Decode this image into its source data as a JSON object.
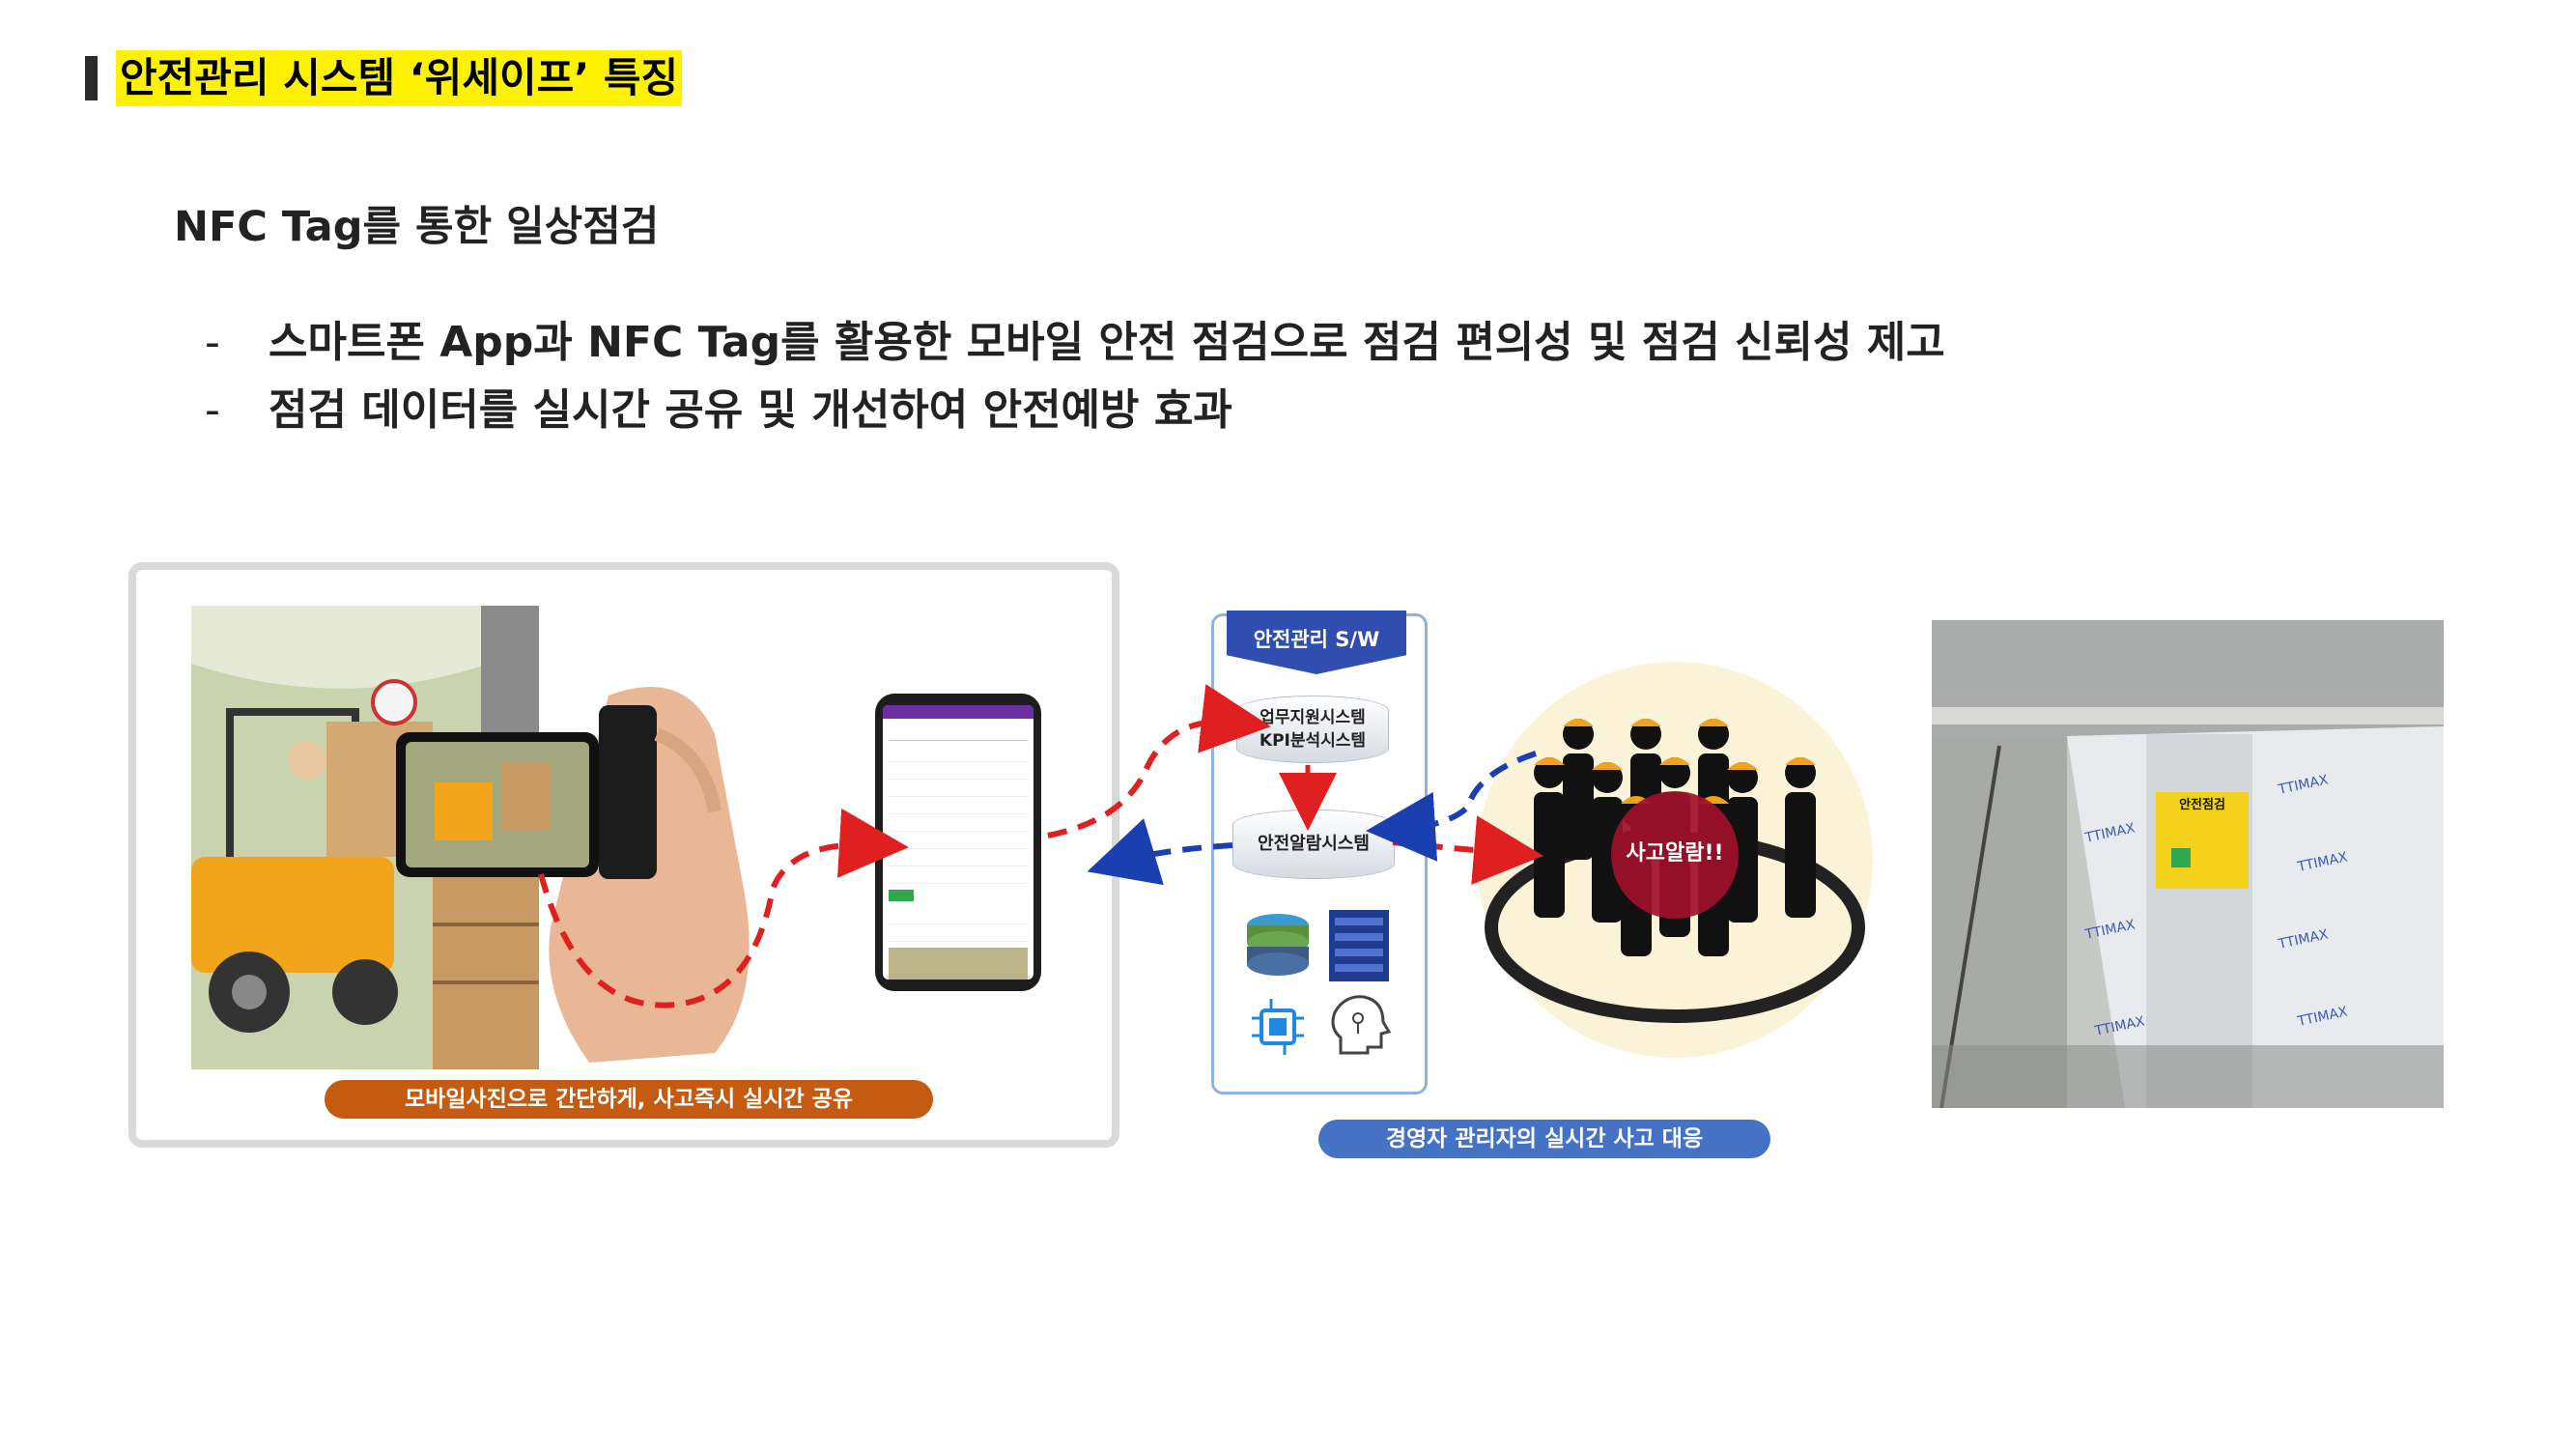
{
  "header": {
    "title": "안전관리 시스템 ‘위세이프’ 특징"
  },
  "section": {
    "subtitle": "NFC Tag를 통한 일상점검",
    "bullets": [
      {
        "dash": "-",
        "text": "스마트폰 App과 NFC Tag를 활용한 모바일 안전 점검으로 점검 편의성 및 점검 신뢰성 제고"
      },
      {
        "dash": "-",
        "text": "점검 데이터를 실시간 공유 및 개선하여 안전예방 효과"
      }
    ]
  },
  "left_figure": {
    "caption": "모바일사진으로 간단하게,  사고즉시 실시간 공유",
    "caption_color": "#c55a11"
  },
  "center_figure": {
    "header": "안전관리 S/W",
    "support_system_line1": "업무지원시스템",
    "support_system_line2": "KPI분석시스템",
    "alarm_system": "안전알람시스템",
    "icons": [
      "database-icon",
      "server-icon",
      "ai-chip-icon",
      "ai-head-icon"
    ],
    "caption": "경영자 관리자의 실시간 사고 대응",
    "caption_color": "#4472c4"
  },
  "workers_figure": {
    "alarm_label": "사고알람!!"
  },
  "photo": {
    "sticker_label": "안전점검",
    "panel_text": "TTIMAX"
  },
  "colors": {
    "highlight": "#fff200",
    "arrow_red": "#e02020",
    "arrow_blue": "#1a3fb0",
    "system_header": "#2f4eb0"
  }
}
